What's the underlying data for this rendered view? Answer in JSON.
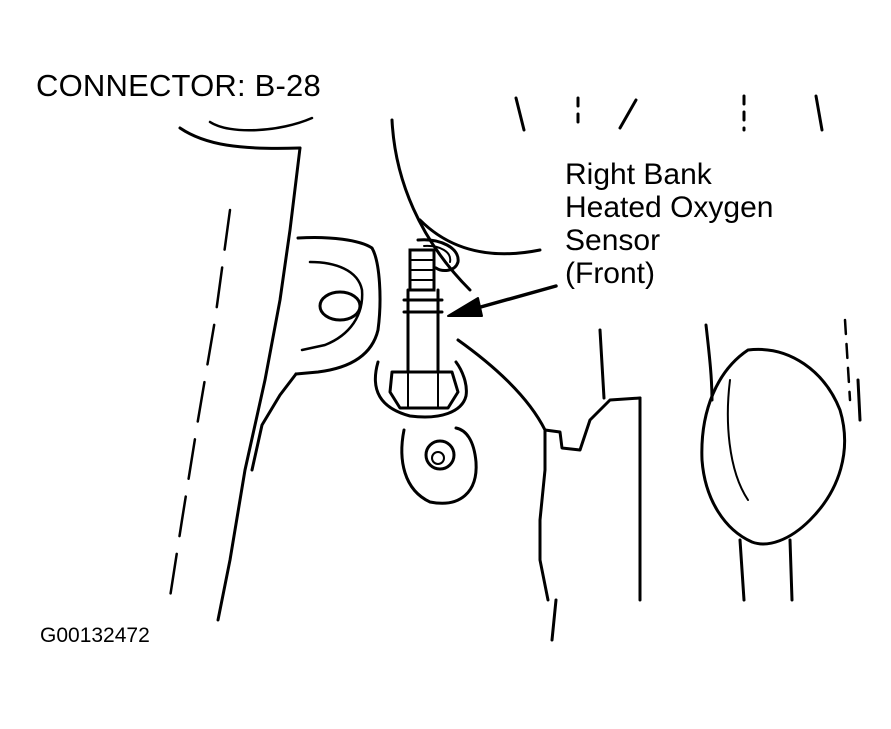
{
  "connector_label": "CONNECTOR: B-28",
  "callout": {
    "lines": [
      "Right Bank",
      "Heated Oxygen",
      "Sensor",
      "(Front)"
    ]
  },
  "figure_id": "G00132472"
}
